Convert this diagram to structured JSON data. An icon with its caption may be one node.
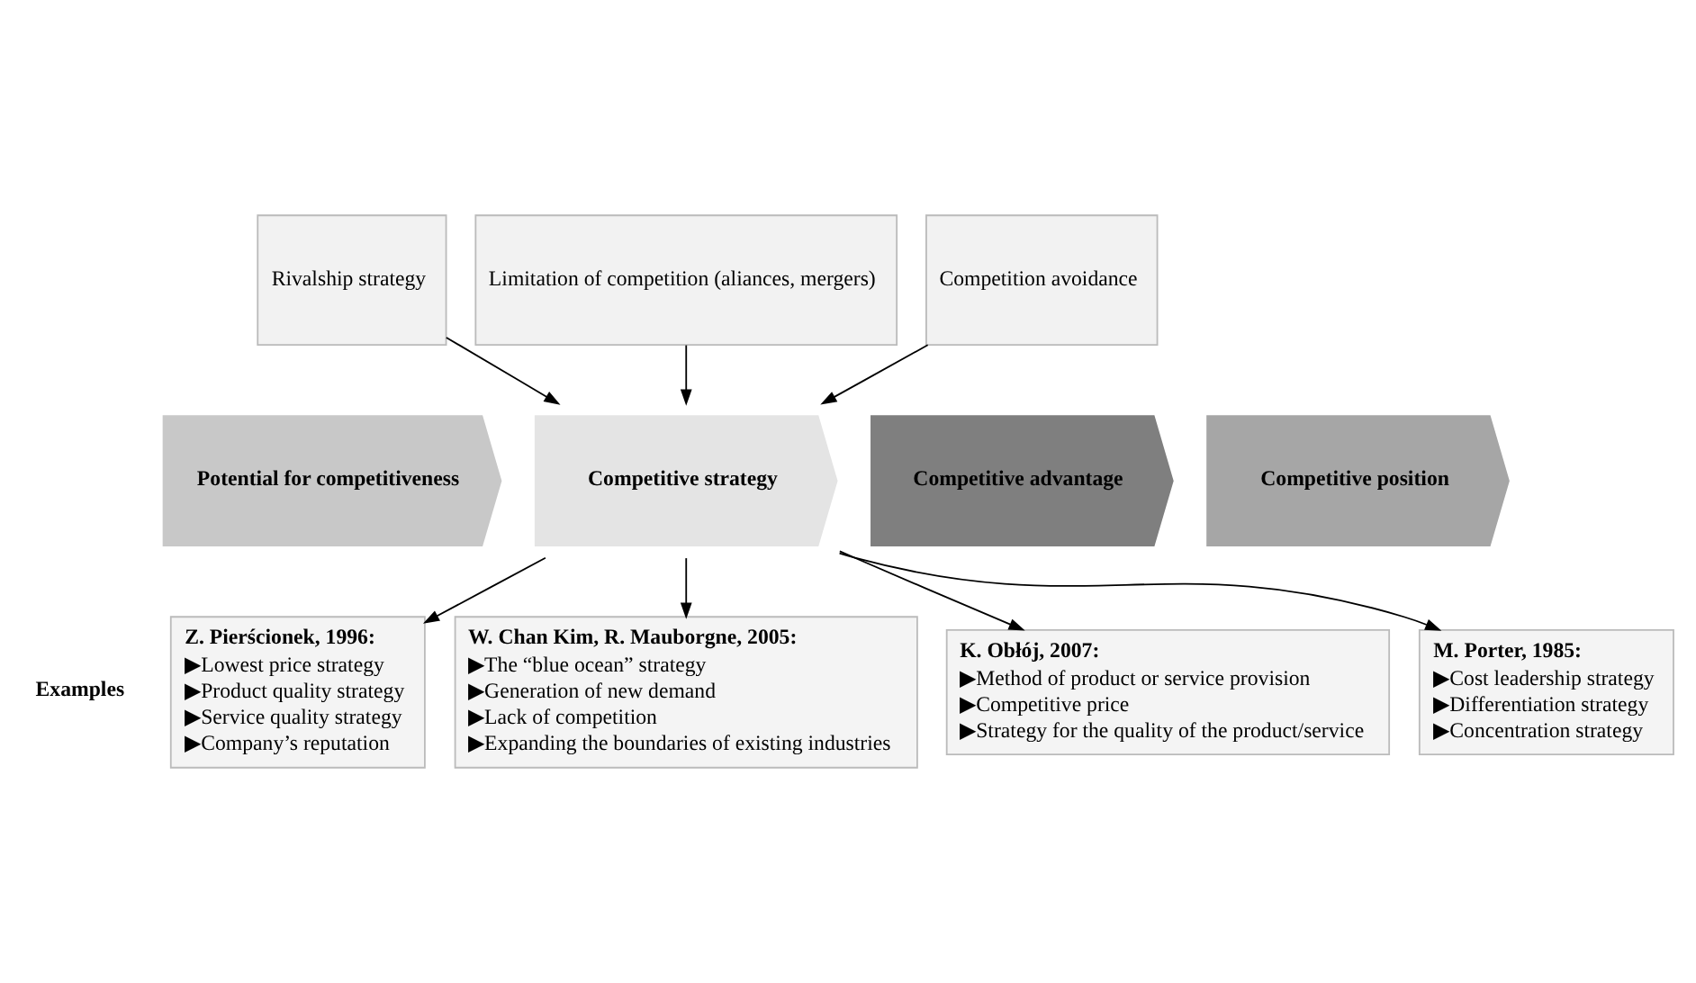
{
  "diagram": {
    "nodes": [
      {
        "text": [
          "Rivalship strategy"
        ]
      },
      {
        "text": [
          "Limitation of competition (aliances, mergers)"
        ]
      },
      {
        "text": [
          "Competition avoidance"
        ]
      },
      {
        "text": [
          "Potential for competitiveness"
        ]
      },
      {
        "text": [
          "Competitive strategy"
        ]
      },
      {
        "text": [
          "Competitive advantage"
        ]
      },
      {
        "text": [
          "Competitive position"
        ]
      },
      {
        "text": [
          "M. Porter, 1985:",
          "▶Cost leadership strategy",
          "▶Differentiation strategy",
          "▶Concentration strategy"
        ]
      },
      {
        "text": [
          "Z. Pierścionek, 1996:",
          "▶Lowest price strategy",
          "▶Product quality strategy",
          "▶Service quality strategy",
          "▶Company’s reputation"
        ]
      },
      {
        "text": [
          "W. Chan Kim, R. Mauborgne, 2005:",
          "▶The “blue ocean” strategy",
          "▶Generation of new demand",
          "▶Lack of competition",
          "▶Expanding the boundaries of existing industries"
        ]
      },
      {
        "text": [
          "K. Obłój, 2007:",
          "▶Method of product or service provision",
          "▶Competitive price",
          "▶Strategy for the quality of the product/service"
        ]
      }
    ],
    "edges": [
      {
        "from": 0,
        "to": 4,
        "arrow": "to"
      },
      {
        "from": 1,
        "to": 4,
        "arrow": "to"
      },
      {
        "from": 2,
        "to": 4,
        "arrow": "to"
      },
      {
        "from": 4,
        "to": 7,
        "arrow": "to"
      },
      {
        "from": 4,
        "to": 8,
        "arrow": "to"
      },
      {
        "from": 4,
        "to": 9,
        "arrow": "to"
      },
      {
        "from": 4,
        "to": 10,
        "arrow": "to"
      }
    ],
    "labels": [
      "Examples"
    ]
  }
}
